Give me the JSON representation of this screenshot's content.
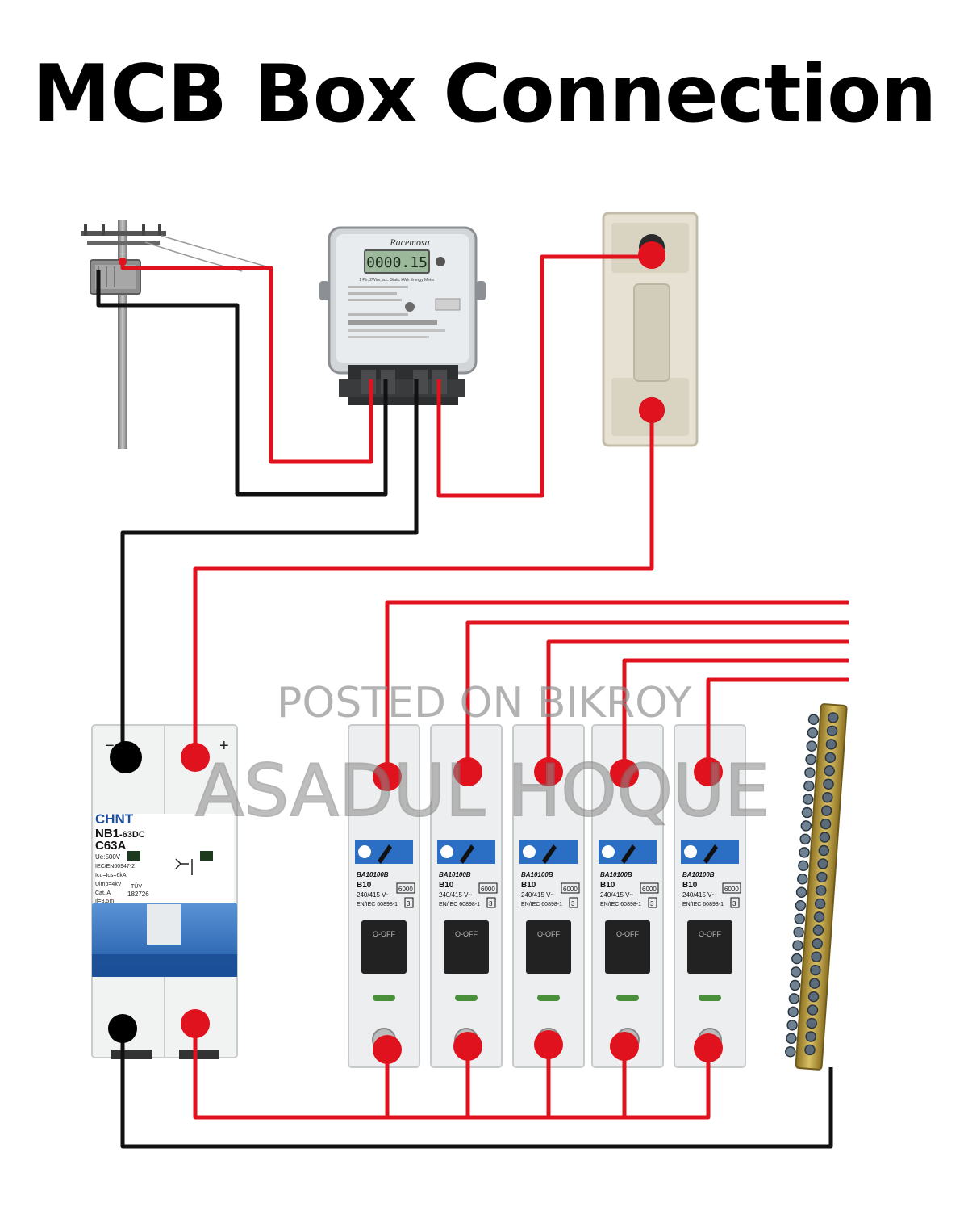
{
  "title": "MCB Box Connection",
  "colors": {
    "phase": "#e0121d",
    "neutral": "#111111",
    "mcb_blue": "#2a6fc4",
    "fuse_body": "#e6e1d3",
    "busbar": "#b89b3d"
  },
  "meter": {
    "brand": "Racemosa",
    "reading": "0000.15",
    "spec": "1 Ph, 2Wire, a.c. Static kWh Energy Meter"
  },
  "main_mcb": {
    "brand": "CHNT",
    "model": "NB1",
    "model_suffix": "-63DC",
    "rating": "C63A",
    "voltage": "Ue:500V",
    "standard": "IEC/EN60947-2",
    "icu": "Icu=Ics=6kA",
    "uimp": "Uimp=4kV",
    "category": "Cat. A",
    "ii": "Ii=8.5In",
    "serial": "182726",
    "tuv": "TÜV",
    "minus": "−",
    "plus": "+"
  },
  "branch_mcb": {
    "model": "BA10100B",
    "rating": "B10",
    "voltage": "240/415 V~",
    "standard": "EN/IEC 60898-1",
    "breaking": "6000",
    "cls": "3",
    "switch_label": "O-OFF"
  },
  "watermark": {
    "line1": "POSTED ON BIKROY",
    "line2": "ASADUL HOQUE"
  }
}
